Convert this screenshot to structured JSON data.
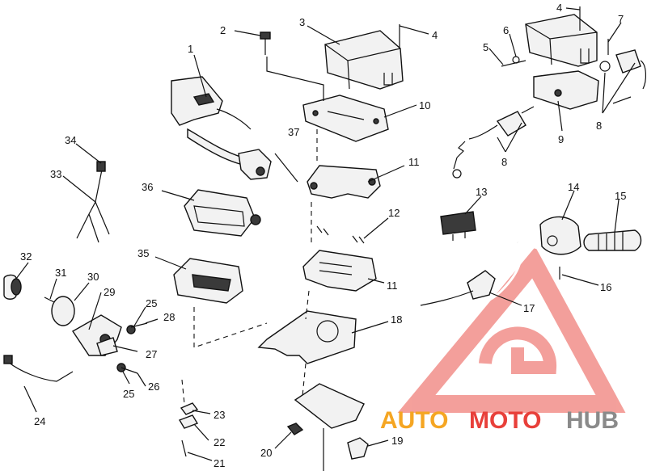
{
  "callouts": {
    "n1": "1",
    "n2": "2",
    "n3": "3",
    "n4a": "4",
    "n4b": "4",
    "n5": "5",
    "n6": "6",
    "n7": "7",
    "n8a": "8",
    "n8b": "8",
    "n9": "9",
    "n10": "10",
    "n11a": "11",
    "n11b": "11",
    "n12": "12",
    "n13": "13",
    "n14": "14",
    "n15": "15",
    "n16": "16",
    "n17": "17",
    "n18": "18",
    "n19": "19",
    "n20": "20",
    "n21": "21",
    "n22": "22",
    "n23": "23",
    "n24": "24",
    "n25a": "25",
    "n25b": "25",
    "n26": "26",
    "n27": "27",
    "n28": "28",
    "n29": "29",
    "n30": "30",
    "n31": "31",
    "n32": "32",
    "n33": "33",
    "n34": "34",
    "n35": "35",
    "n36": "36",
    "n37": "37"
  },
  "watermark": {
    "part1": "AUTO",
    "part2": "MOTO",
    "part3": "HUB",
    "color_orange": "#f5a623",
    "color_red": "#e8403a",
    "color_gray": "#8a8a8a"
  }
}
